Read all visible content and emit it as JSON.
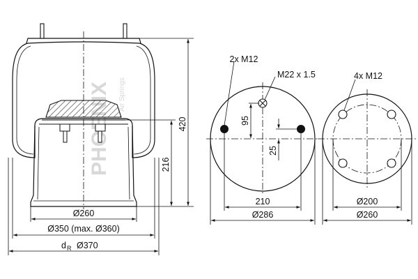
{
  "brand": {
    "logo_text": "PHOENIX",
    "tagline": "Air Springs"
  },
  "side_view": {
    "dim_height_total": "420",
    "dim_height_piston": "216",
    "dim_piston_dia": "Ø260",
    "dim_bellow_dia": "Ø350 (max. Ø360)",
    "dim_dr_prefix": "d",
    "dim_dr_sub": "R",
    "dim_dr_value": "Ø370"
  },
  "top_plate_view": {
    "label_bolts": "2x M12",
    "label_center": "M22 x 1.5",
    "dim_offset_vertical": "95",
    "dim_offset_small": "25",
    "dim_bolt_spacing": "210",
    "dim_plate_dia": "Ø286"
  },
  "bottom_plate_view": {
    "label_bolts": "4x M12",
    "dim_bolt_circle": "Ø200",
    "dim_plate_dia": "Ø260"
  }
}
